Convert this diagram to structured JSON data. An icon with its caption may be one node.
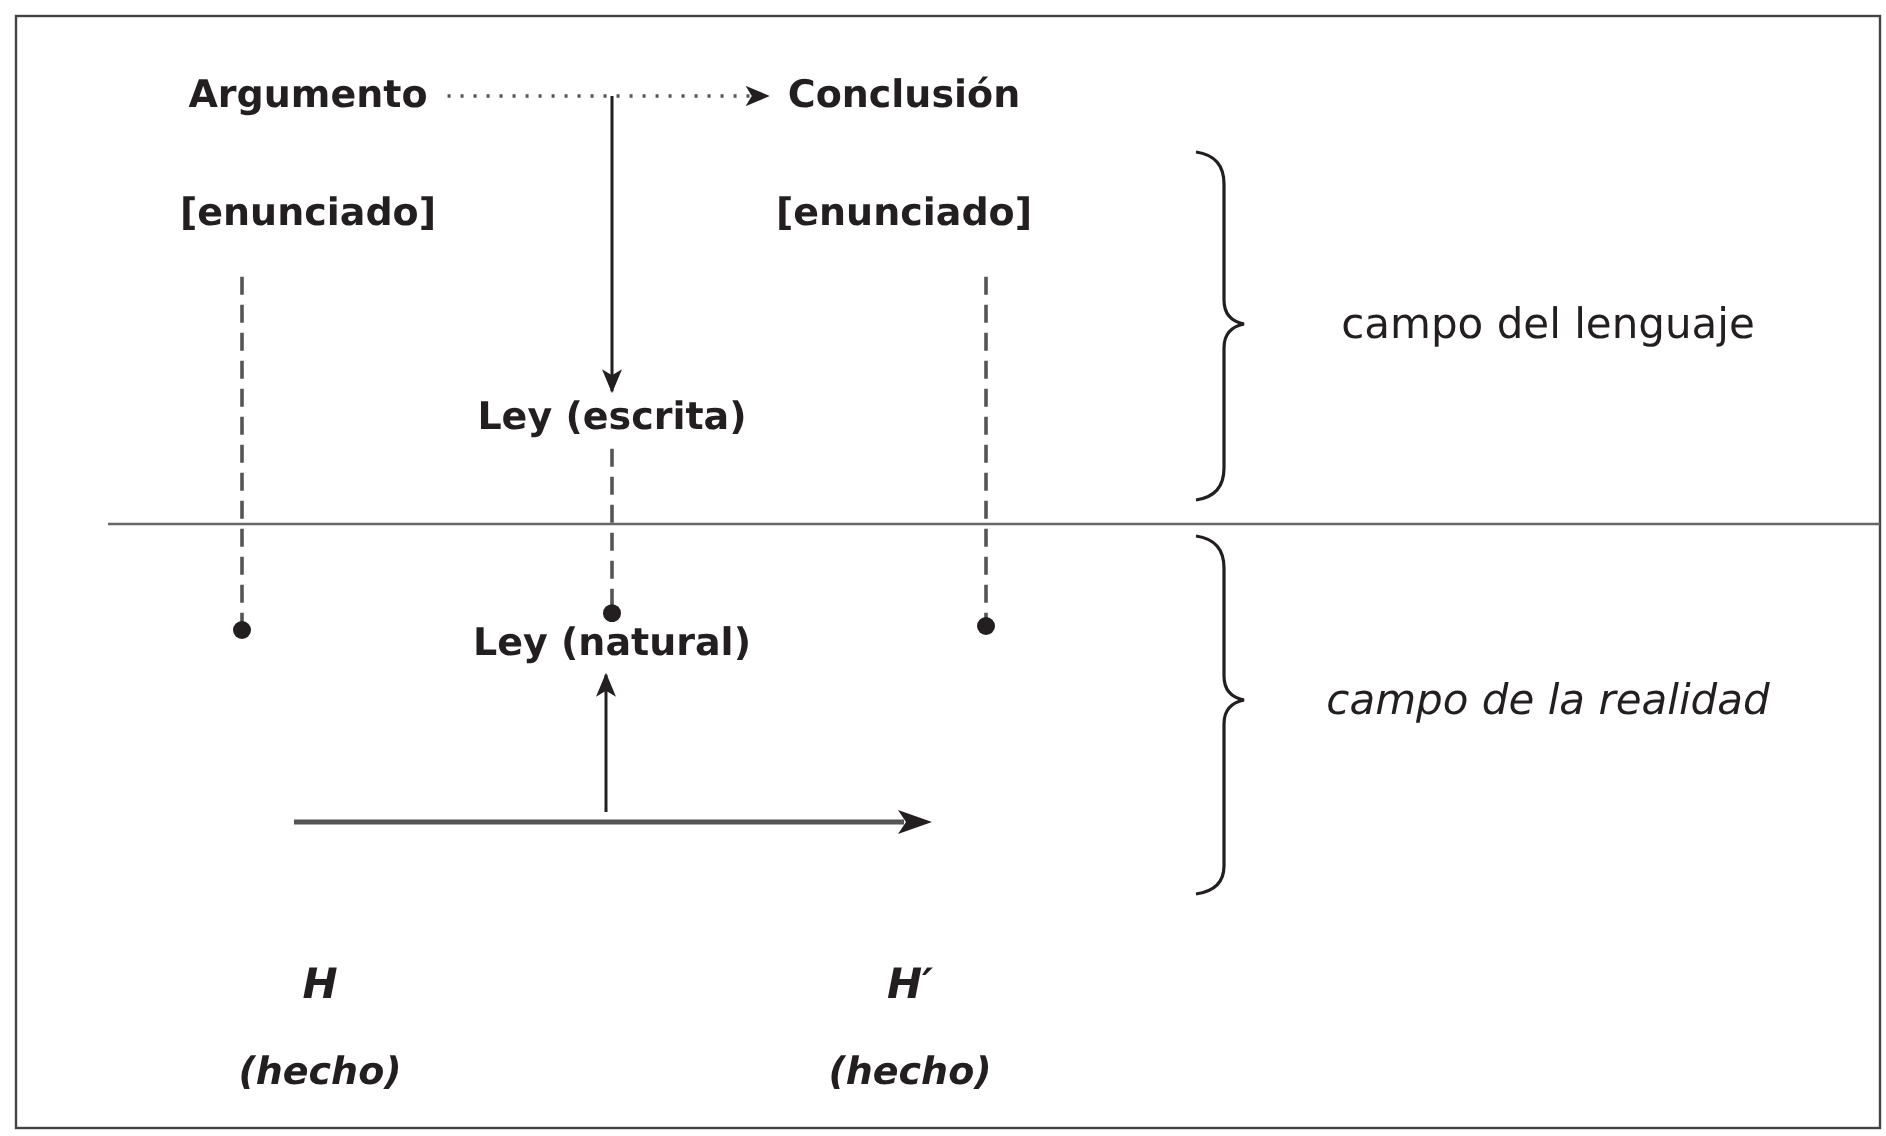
{
  "diagram": {
    "nodes": [
      {
        "text": [
          "Argumento"
        ]
      },
      {
        "text": [
          "Conclusión"
        ]
      },
      {
        "text": [
          "[enunciado]"
        ]
      },
      {
        "text": [
          "[enunciado]"
        ]
      },
      {
        "text": [
          "Ley (escrita)"
        ]
      },
      {
        "text": [
          "Ley (natural)"
        ]
      }
    ],
    "edges": [
      {
        "from": 0,
        "to": 1,
        "arrow": "to",
        "style": "dashed"
      },
      {
        "from": null,
        "to": 4,
        "arrow": "to"
      },
      {
        "from": 2,
        "to": null,
        "arrow": "other",
        "style": "dashed"
      },
      {
        "from": 3,
        "to": null,
        "arrow": "other",
        "style": "dashed"
      },
      {
        "from": 4,
        "to": 5,
        "arrow": "other",
        "style": "dashed"
      },
      {
        "from": null,
        "to": 5,
        "arrow": "to"
      }
    ],
    "labels": [
      "campo del lenguaje",
      "campo de la realidad",
      "H",
      "H′",
      "(hecho)",
      "(hecho)"
    ]
  }
}
